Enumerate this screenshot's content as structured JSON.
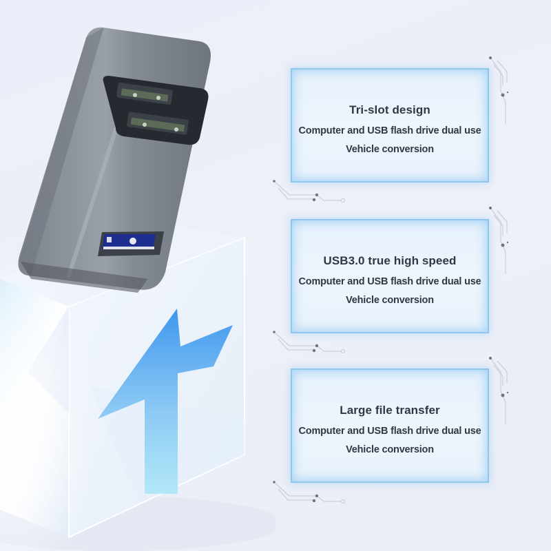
{
  "colors": {
    "background": "#eceef8",
    "card_border": "#8ec6ec",
    "card_glow": "#78bef0",
    "text": "#2f3944",
    "arrow_blue": "#4aa3ef",
    "adapter_gray": "#8d939c"
  },
  "product": {
    "name": "USB 3.0 tri-slot adapter",
    "ports": 3
  },
  "features": [
    {
      "title": "Tri-slot design",
      "line1": "Computer and USB flash drive dual use",
      "line2": "Vehicle conversion"
    },
    {
      "title": "USB3.0 true high speed",
      "line1": "Computer and USB flash drive dual use",
      "line2": "Vehicle conversion"
    },
    {
      "title": "Large file transfer",
      "line1": "Computer and USB flash drive dual use",
      "line2": "Vehicle conversion"
    }
  ],
  "icons": {
    "arrow": "upload-arrow-icon",
    "decor": "circuit-trace-icon"
  }
}
